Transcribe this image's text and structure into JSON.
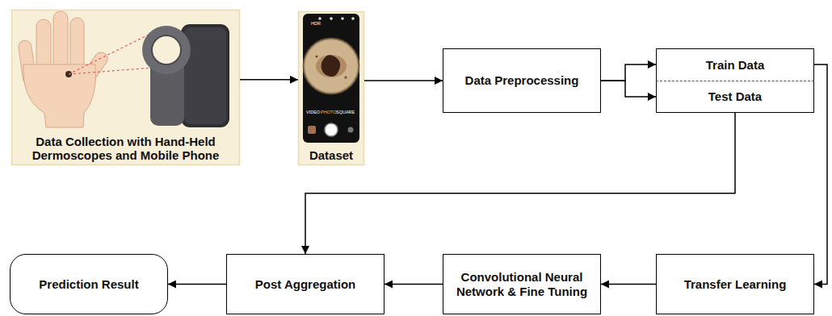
{
  "diagram": {
    "nodes": [
      {
        "text": [
          "Data Collection with Hand-Held Dermoscopes and Mobile Phone"
        ]
      },
      {
        "text": [
          "Dataset"
        ]
      },
      {
        "text": [
          "Data Preprocessing"
        ]
      },
      {
        "text": [
          "Train Data"
        ]
      },
      {
        "text": [
          "Test Data"
        ]
      },
      {
        "text": [
          "Prediction Result"
        ]
      },
      {
        "text": [
          "Post Aggregation"
        ]
      },
      {
        "text": [
          "Convolutional Neural Network & Fine Tuning"
        ]
      },
      {
        "text": [
          "Transfer Learning"
        ]
      }
    ],
    "edges": [
      {
        "from": 0,
        "to": 1,
        "arrow": "to"
      },
      {
        "from": 1,
        "to": 2,
        "arrow": "to"
      },
      {
        "from": 2,
        "to": 3,
        "arrow": "to"
      },
      {
        "from": 2,
        "to": 4,
        "arrow": "to"
      },
      {
        "from": 3,
        "to": 8,
        "arrow": "to"
      },
      {
        "from": 4,
        "to": 6,
        "arrow": "to"
      },
      {
        "from": 8,
        "to": 7,
        "arrow": "to"
      },
      {
        "from": 7,
        "to": 6,
        "arrow": "to"
      },
      {
        "from": 6,
        "to": 5,
        "arrow": "to"
      }
    ],
    "labels": [
      "HDR",
      "VIDEO",
      "PHOTO",
      "SQUARE"
    ]
  }
}
